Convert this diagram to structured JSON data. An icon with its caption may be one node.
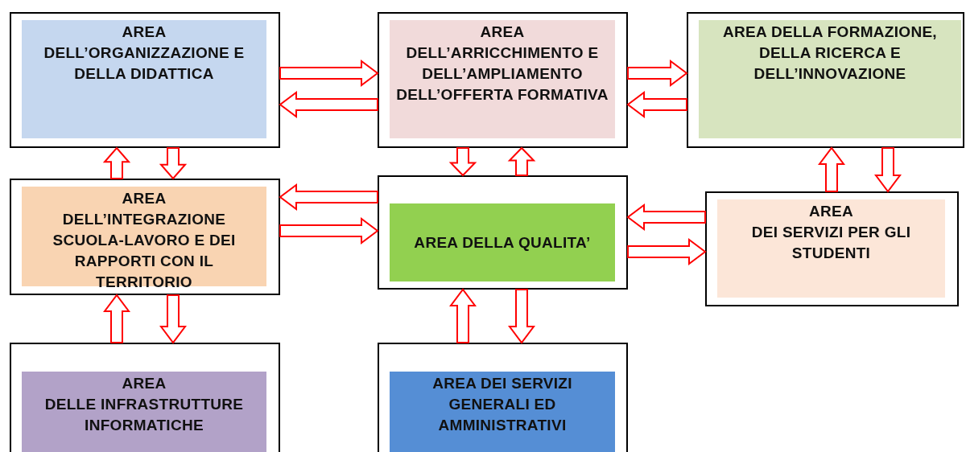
{
  "diagram": {
    "nodes": [
      {
        "text": [
          "AREA",
          "DELL’ORGANIZZAZIONE E DELLA DIDATTICA"
        ]
      },
      {
        "text": [
          "AREA",
          "DELL’ARRICCHIMENTO E DELL’AMPLIAMENTO DELL’OFFERTA FORMATIVA"
        ]
      },
      {
        "text": [
          "AREA DELLA FORMAZIONE, DELLA RICERCA E DELL’INNOVAZIONE"
        ]
      },
      {
        "text": [
          "AREA",
          "DELL’INTEGRAZIONE SCUOLA-LAVORO E DEI RAPPORTI CON IL TERRITORIO"
        ]
      },
      {
        "text": [
          "AREA DELLA QUALITA’"
        ]
      },
      {
        "text": [
          "AREA",
          "DEI SERVIZI PER GLI STUDENTI"
        ]
      },
      {
        "text": [
          "AREA",
          "DELLE INFRASTRUTTURE INFORMATICHE"
        ]
      },
      {
        "text": [
          "AREA DEI SERVIZI GENERALI ED AMMINISTRATIVI"
        ]
      }
    ],
    "edges": [
      {
        "from": 0,
        "to": 1,
        "arrow": "to"
      },
      {
        "from": 1,
        "to": 0,
        "arrow": "to"
      },
      {
        "from": 1,
        "to": 2,
        "arrow": "to"
      },
      {
        "from": 2,
        "to": 1,
        "arrow": "to"
      },
      {
        "from": 3,
        "to": 0,
        "arrow": "to"
      },
      {
        "from": 0,
        "to": 3,
        "arrow": "to"
      },
      {
        "from": 1,
        "to": 4,
        "arrow": "to"
      },
      {
        "from": 4,
        "to": 1,
        "arrow": "to"
      },
      {
        "from": 4,
        "to": 3,
        "arrow": "to"
      },
      {
        "from": 3,
        "to": 4,
        "arrow": "to"
      },
      {
        "from": 5,
        "to": 4,
        "arrow": "to"
      },
      {
        "from": 4,
        "to": 5,
        "arrow": "to"
      },
      {
        "from": 5,
        "to": 2,
        "arrow": "to"
      },
      {
        "from": 2,
        "to": 5,
        "arrow": "to"
      },
      {
        "from": 6,
        "to": 3,
        "arrow": "to"
      },
      {
        "from": 3,
        "to": 6,
        "arrow": "to"
      },
      {
        "from": 7,
        "to": 4,
        "arrow": "to"
      },
      {
        "from": 4,
        "to": 7,
        "arrow": "to"
      }
    ]
  }
}
